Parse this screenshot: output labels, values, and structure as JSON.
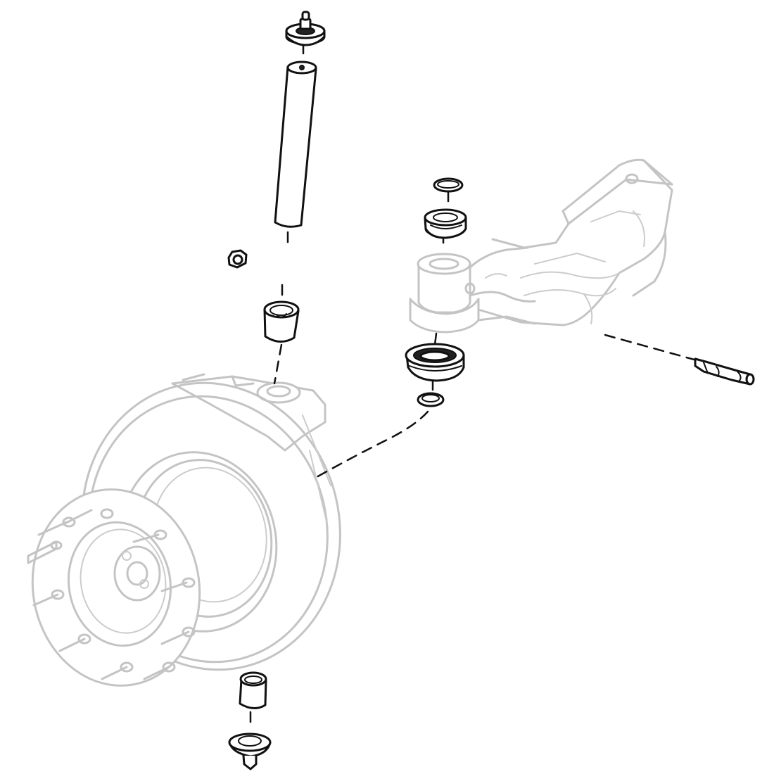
{
  "diagram": {
    "kind": "exploded-view",
    "subject": "steering-knuckle-kingpin-assembly",
    "colors": {
      "highlighted_parts": "#111111",
      "context_outline": "#c4c4c4",
      "background": "#ffffff"
    },
    "parts": [
      "grease-nipple-cap",
      "kingpin",
      "nut",
      "upper-bushing",
      "hub-and-brake-disc",
      "lower-bushing",
      "lower-cap",
      "upper-shim-ring",
      "upper-seal",
      "axle-beam",
      "thrust-bearing",
      "lower-shim-ring",
      "cotter-pin"
    ]
  }
}
